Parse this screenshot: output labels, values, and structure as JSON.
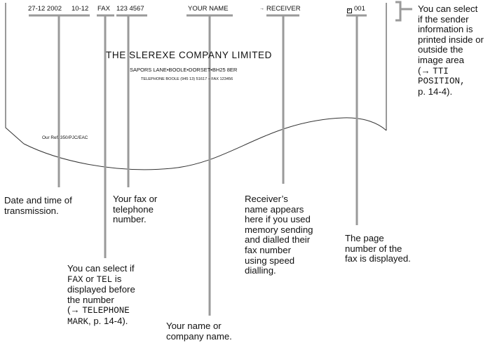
{
  "header": {
    "date": "27-12 2002",
    "time": "10-12",
    "mark": "FAX",
    "number": "123 4567",
    "name": "YOUR NAME",
    "arrow": "→",
    "receiver": "RECEIVER",
    "page": "001"
  },
  "letterhead": {
    "company": "THE SLEREXE COMPANY LIMITED",
    "address": "SAPORS LANE•BOOLE•DORSET•BH25 8ER",
    "telephone": "TELEPHONE BOOLE (945 13) 51617 – FAX 123456",
    "ref": "Our Ref. 350/PJC/EAC"
  },
  "callouts": {
    "tti": {
      "l1": "You can select",
      "l2": "if the sender",
      "l3": "information is",
      "l4": "printed inside or",
      "l5": "outside the",
      "l6": "image area",
      "l7a": "(→ ",
      "l7b": "TTI",
      "l8": "POSITION,",
      "l9": "p. 14-4)."
    },
    "date_time": {
      "l1": "Date and time of",
      "l2": "transmission."
    },
    "fax_number": {
      "l1": "Your fax or",
      "l2": "telephone",
      "l3": "number."
    },
    "receiver": {
      "l1": "Receiver’s",
      "l2": "name appears",
      "l3": "here if you used",
      "l4": "memory sending",
      "l5": "and dialled their",
      "l6": "fax number",
      "l7": "using speed",
      "l8": "dialling."
    },
    "page_number": {
      "l1": "The page",
      "l2": "number of the",
      "l3": "fax is displayed."
    },
    "mark": {
      "l1": "You can select if",
      "l2a": "FAX",
      "l2b": " or ",
      "l2c": "TEL",
      "l2d": " is",
      "l3": "displayed before",
      "l4": "the number",
      "l5a": "(→ ",
      "l5b": "TELEPHONE",
      "l6a": "MARK",
      "l6b": ", p. 14-4)."
    },
    "name": {
      "l1": "Your name or",
      "l2": "company name."
    }
  }
}
